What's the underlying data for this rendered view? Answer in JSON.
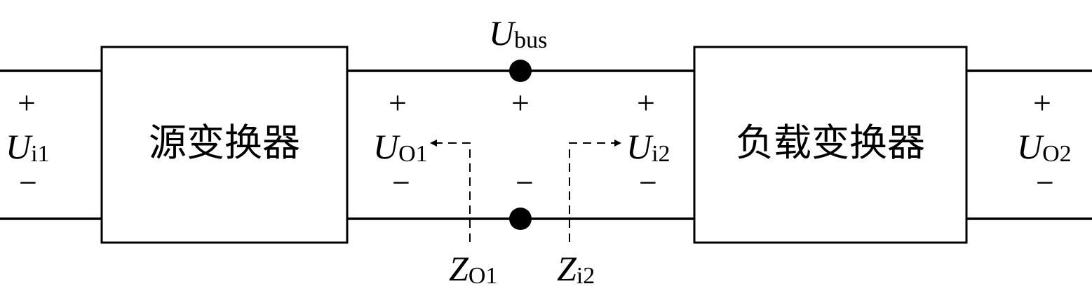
{
  "source_converter": {
    "label": "源变换器"
  },
  "load_converter": {
    "label": "负载变换器"
  },
  "bus": {
    "symbol": "U",
    "subscript": "bus"
  },
  "signs": {
    "plus": "+",
    "minus": "−"
  },
  "u_i1": {
    "symbol": "U",
    "subscript": "i1"
  },
  "u_o1": {
    "symbol": "U",
    "subscript": "O1"
  },
  "u_i2": {
    "symbol": "U",
    "subscript": "i2"
  },
  "u_o2": {
    "symbol": "U",
    "subscript": "O2"
  },
  "z_o1": {
    "symbol": "Z",
    "subscript": "O1"
  },
  "z_i2": {
    "symbol": "Z",
    "subscript": "i2"
  },
  "colors": {
    "line": "#000000",
    "background": "#ffffff"
  }
}
